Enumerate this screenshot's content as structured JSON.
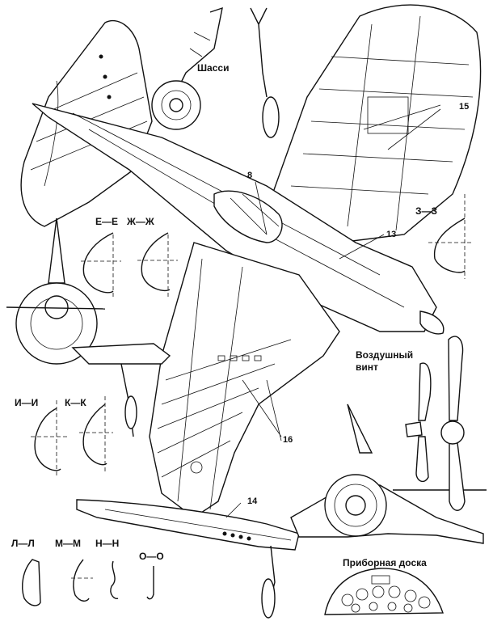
{
  "labels": {
    "chassis": "Шасси",
    "propeller_line1": "Воздушный",
    "propeller_line2": "винт",
    "instrument_panel": "Приборная доска"
  },
  "sections": {
    "ee": "Е—Е",
    "zhzh": "Ж—Ж",
    "zz": "З—З",
    "ii": "И—И",
    "kk": "К—К",
    "ll": "Л—Л",
    "mm": "М—М",
    "nn": "Н—Н",
    "oo": "О—О"
  },
  "callouts": {
    "c8": "8",
    "c13": "13",
    "c14": "14",
    "c15": "15",
    "c16": "16"
  }
}
